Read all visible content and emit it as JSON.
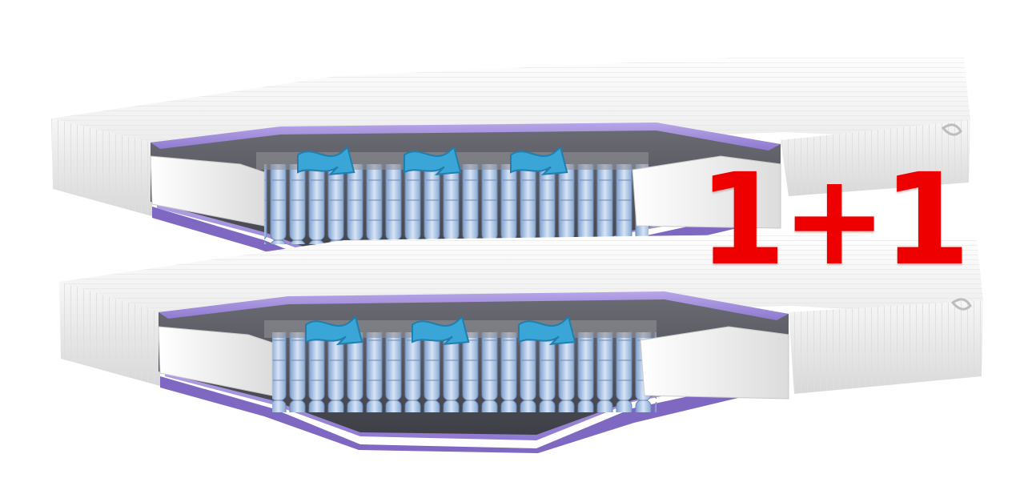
{
  "promo": {
    "label": "1+1"
  },
  "colors": {
    "cover": "#f3f3f3",
    "cover_shadow": "#d9d9d9",
    "foam_purple": "#a08fd6",
    "foam_dark": "#5a5a62",
    "spring_blue": "#a9c4e6",
    "arrow_blue": "#3aa6d8",
    "promo_red": "#ee0000"
  },
  "products": [
    {
      "name": "mattress-top",
      "icon": "pocket-spring-mattress"
    },
    {
      "name": "mattress-bottom",
      "icon": "pocket-spring-mattress"
    }
  ]
}
